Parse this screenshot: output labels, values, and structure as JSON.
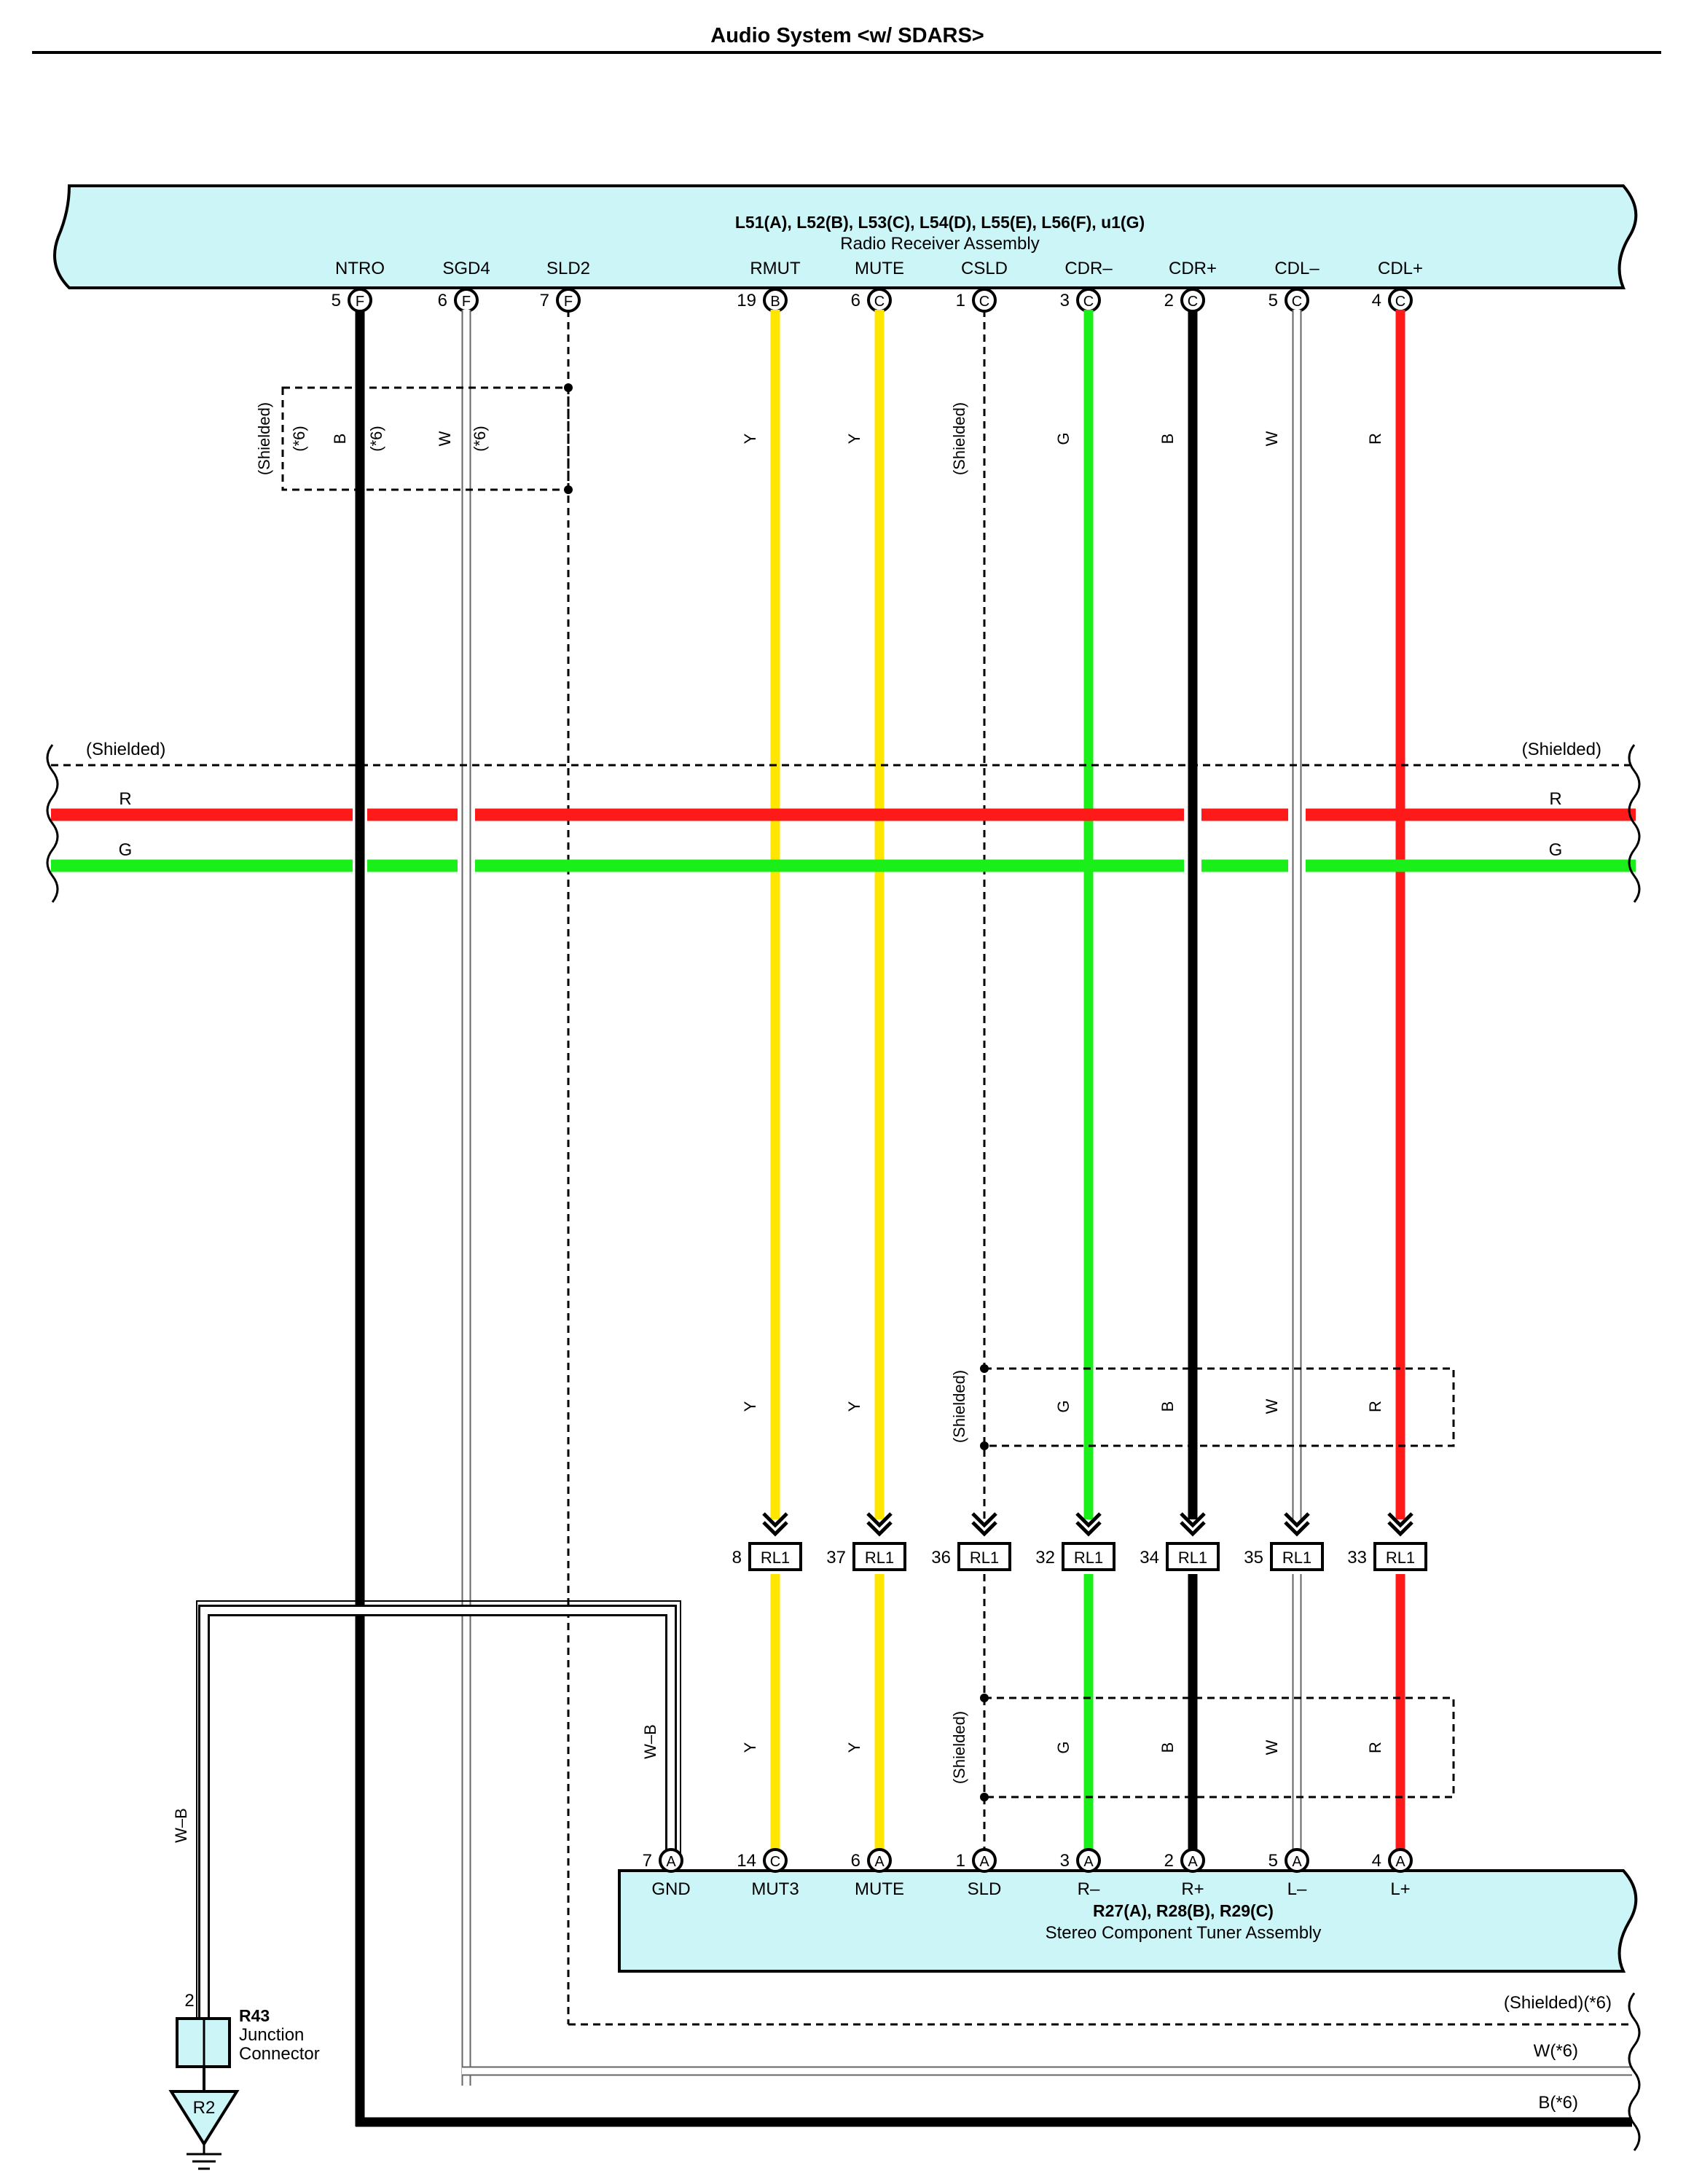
{
  "page": {
    "title": "Audio System <w/ SDARS>"
  },
  "colors": {
    "red": "#ff1a1a",
    "green": "#1aef1a",
    "yellow": "#ffe600",
    "black": "#000000",
    "white_wire": "#ffffff",
    "box_fill": "#ccf5f8"
  },
  "radio": {
    "connectors": "L51(A), L52(B), L53(C), L54(D), L55(E), L56(F), u1(G)",
    "name": "Radio Receiver Assembly",
    "pins": [
      {
        "label": "NTRO",
        "num": "5",
        "conn": "F",
        "wire": "B"
      },
      {
        "label": "SGD4",
        "num": "6",
        "conn": "F",
        "wire": "W"
      },
      {
        "label": "SLD2",
        "num": "7",
        "conn": "F",
        "wire": "shield"
      },
      {
        "label": "RMUT",
        "num": "19",
        "conn": "B",
        "wire": "Y"
      },
      {
        "label": "MUTE",
        "num": "6",
        "conn": "C",
        "wire": "Y"
      },
      {
        "label": "CSLD",
        "num": "1",
        "conn": "C",
        "wire": "shield"
      },
      {
        "label": "CDR–",
        "num": "3",
        "conn": "C",
        "wire": "G"
      },
      {
        "label": "CDR+",
        "num": "2",
        "conn": "C",
        "wire": "B"
      },
      {
        "label": "CDL–",
        "num": "5",
        "conn": "C",
        "wire": "W"
      },
      {
        "label": "CDL+",
        "num": "4",
        "conn": "C",
        "wire": "R"
      }
    ]
  },
  "upper_shield_group": {
    "shield": "(Shielded)",
    "note": "(*6)",
    "wire_b": "B",
    "wire_w": "W",
    "note_b": "(*6)",
    "note_w": "(*6)"
  },
  "upper_colors": [
    "Y",
    "Y",
    "(Shielded)",
    "G",
    "B",
    "W",
    "R"
  ],
  "cross_bus": {
    "shield_left": "(Shielded)",
    "shield_right": "(Shielded)",
    "red_label": "R",
    "green_label": "G"
  },
  "mid_colors": [
    "Y",
    "Y",
    "(Shielded)",
    "G",
    "B",
    "W",
    "R"
  ],
  "rl1": [
    {
      "num": "8",
      "label": "RL1"
    },
    {
      "num": "37",
      "label": "RL1"
    },
    {
      "num": "36",
      "label": "RL1"
    },
    {
      "num": "32",
      "label": "RL1"
    },
    {
      "num": "34",
      "label": "RL1"
    },
    {
      "num": "35",
      "label": "RL1"
    },
    {
      "num": "33",
      "label": "RL1"
    }
  ],
  "lower_colors": [
    "Y",
    "Y",
    "(Shielded)",
    "G",
    "B",
    "W",
    "R"
  ],
  "wb_label": "W–B",
  "tuner": {
    "connectors": "R27(A), R28(B), R29(C)",
    "name": "Stereo Component Tuner Assembly",
    "pins": [
      {
        "label": "GND",
        "num": "7",
        "conn": "A"
      },
      {
        "label": "MUT3",
        "num": "14",
        "conn": "C"
      },
      {
        "label": "MUTE",
        "num": "6",
        "conn": "A"
      },
      {
        "label": "SLD",
        "num": "1",
        "conn": "A"
      },
      {
        "label": "R–",
        "num": "3",
        "conn": "A"
      },
      {
        "label": "R+",
        "num": "2",
        "conn": "A"
      },
      {
        "label": "L–",
        "num": "5",
        "conn": "A"
      },
      {
        "label": "L+",
        "num": "4",
        "conn": "A"
      }
    ]
  },
  "junction": {
    "id": "R43",
    "name1": "Junction",
    "name2": "Connector",
    "pin": "2",
    "ground": "R2"
  },
  "bottom_wires": {
    "shield": "(Shielded)(*6)",
    "white": "W(*6)",
    "black": "B(*6)"
  }
}
